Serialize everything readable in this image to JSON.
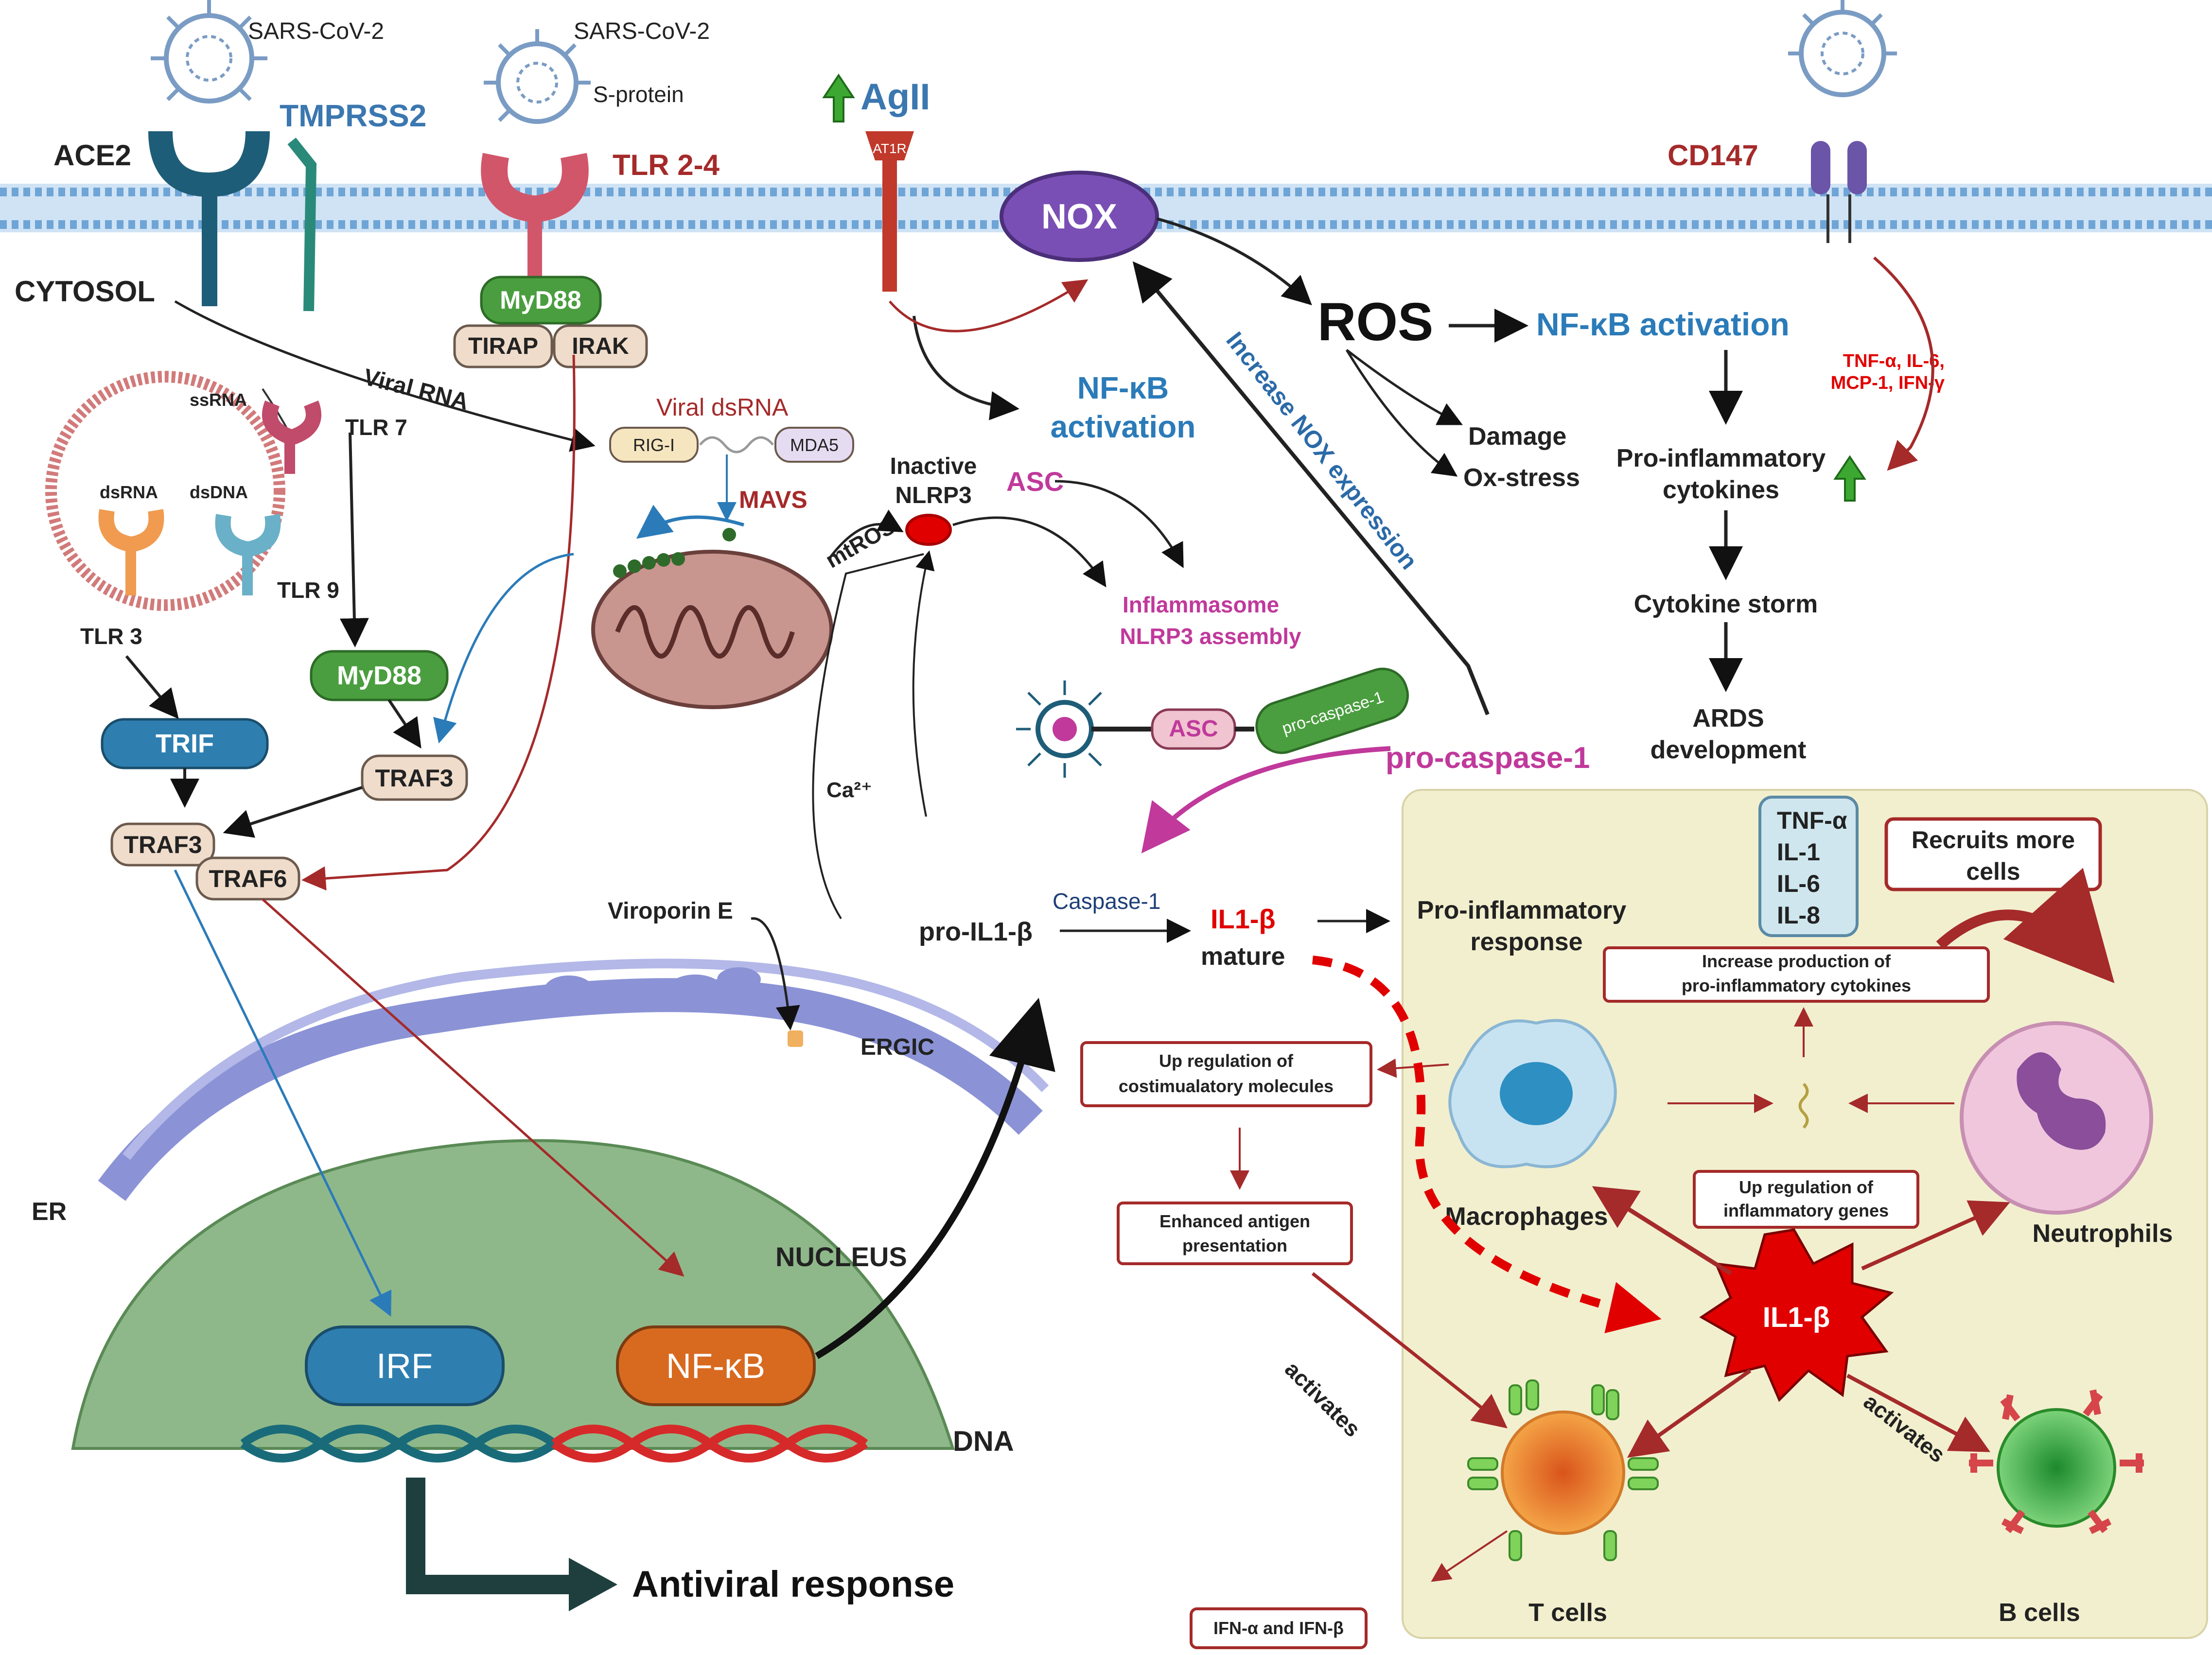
{
  "labels": {
    "sars_cov2_a": "SARS-CoV-2",
    "sars_cov2_b": "SARS-CoV-2",
    "s_protein": "S-protein",
    "ace2": "ACE2",
    "tmprss2": "TMPRSS2",
    "tlr24": "TLR 2-4",
    "agii": "AgII",
    "at1r": "AT1R",
    "nox": "NOX",
    "cd147": "CD147",
    "cytosol": "CYTOSOL",
    "myd88_top": "MyD88",
    "tirap": "TIRAP",
    "irak": "IRAK",
    "viral_rna": "Viral RNA",
    "viral_dsrna": "Viral dsRNA",
    "rig_i": "RIG-I",
    "mda5": "MDA5",
    "mavs": "MAVS",
    "mtros": "mtROS",
    "ssrna": "ssRNA",
    "dsrna": "dsRNA",
    "dsdna": "dsDNA",
    "tlr7": "TLR 7",
    "tlr9": "TLR 9",
    "tlr3": "TLR 3",
    "myd88_mid": "MyD88",
    "trif": "TRIF",
    "traf3_a": "TRAF3",
    "traf3_b": "TRAF3",
    "traf6": "TRAF6",
    "nfkb_act1_l1": "NF-κB",
    "nfkb_act1_l2": "activation",
    "inactive_l1": "Inactive",
    "inactive_l2": "NLRP3",
    "asc": "ASC",
    "inflammasome_l1": "Inflammasome",
    "inflammasome_l2": "NLRP3 assembly",
    "asc_small": "ASC",
    "pro_casp_small": "pro-caspase-1",
    "pro_casp": "pro-caspase-1",
    "ca2": "Ca²⁺",
    "ros": "ROS",
    "nfkb_act2": "NF-κB activation",
    "damage": "Damage",
    "oxstress": "Ox-stress",
    "increase_nox": "Increase NOX expression",
    "tnf_l1": "TNF-α, IL-6,",
    "tnf_l2": "MCP-1, IFN-γ",
    "proinf_l1": "Pro-inflammatory",
    "proinf_l2": "cytokines",
    "cytokine_storm": "Cytokine storm",
    "ards_l1": "ARDS",
    "ards_l2": "development",
    "viroporin": "Viroporin E",
    "ergic": "ERGIC",
    "er": "ER",
    "nucleus": "NUCLEUS",
    "irf": "IRF",
    "nfkb_nuc": "NF-κB",
    "dna": "DNA",
    "antiviral": "Antiviral response",
    "pro_il1b": "pro-IL1-β",
    "caspase1": "Caspase-1",
    "il1b_l1": "IL1-β",
    "il1b_l2": "mature",
    "proinf_resp_l1": "Pro-inflammatory",
    "proinf_resp_l2": "response",
    "cyto_list": [
      "TNF-α",
      "IL-1",
      "IL-6",
      "IL-8"
    ],
    "recruits_l1": "Recruits more",
    "recruits_l2": "cells",
    "inc_prod_l1": "Increase production of",
    "inc_prod_l2": "pro-inflammatory cytokines",
    "upreg_cost_l1": "Up regulation of",
    "upreg_cost_l2": "costimualatory molecules",
    "enh_l1": "Enhanced antigen",
    "enh_l2": "presentation",
    "upreg_inf_l1": "Up regulation of",
    "upreg_inf_l2": "inflammatory genes",
    "macrophages": "Macrophages",
    "neutrophils": "Neutrophils",
    "il1b_star": "IL1-β",
    "activates_a": "activates",
    "activates_b": "activates",
    "t_cells": "T cells",
    "b_cells": "B cells",
    "ifn": "IFN-α and IFN-β"
  },
  "colors": {
    "membrane": "#9cc3e6",
    "membrane_head": "#6fa5d6",
    "panel": "#f2efcf",
    "dark_red": "#a52a2a",
    "blue_text": "#2b7bb9",
    "magenta": "#c0399b",
    "green_box": "#4a9e3f",
    "teal_box": "#2e7fb0",
    "tan_box": "#efdccb",
    "nucleus": "#8fb88a",
    "er": "#8b93d6",
    "nox": "#7a4fb5",
    "red": "#e10000"
  }
}
